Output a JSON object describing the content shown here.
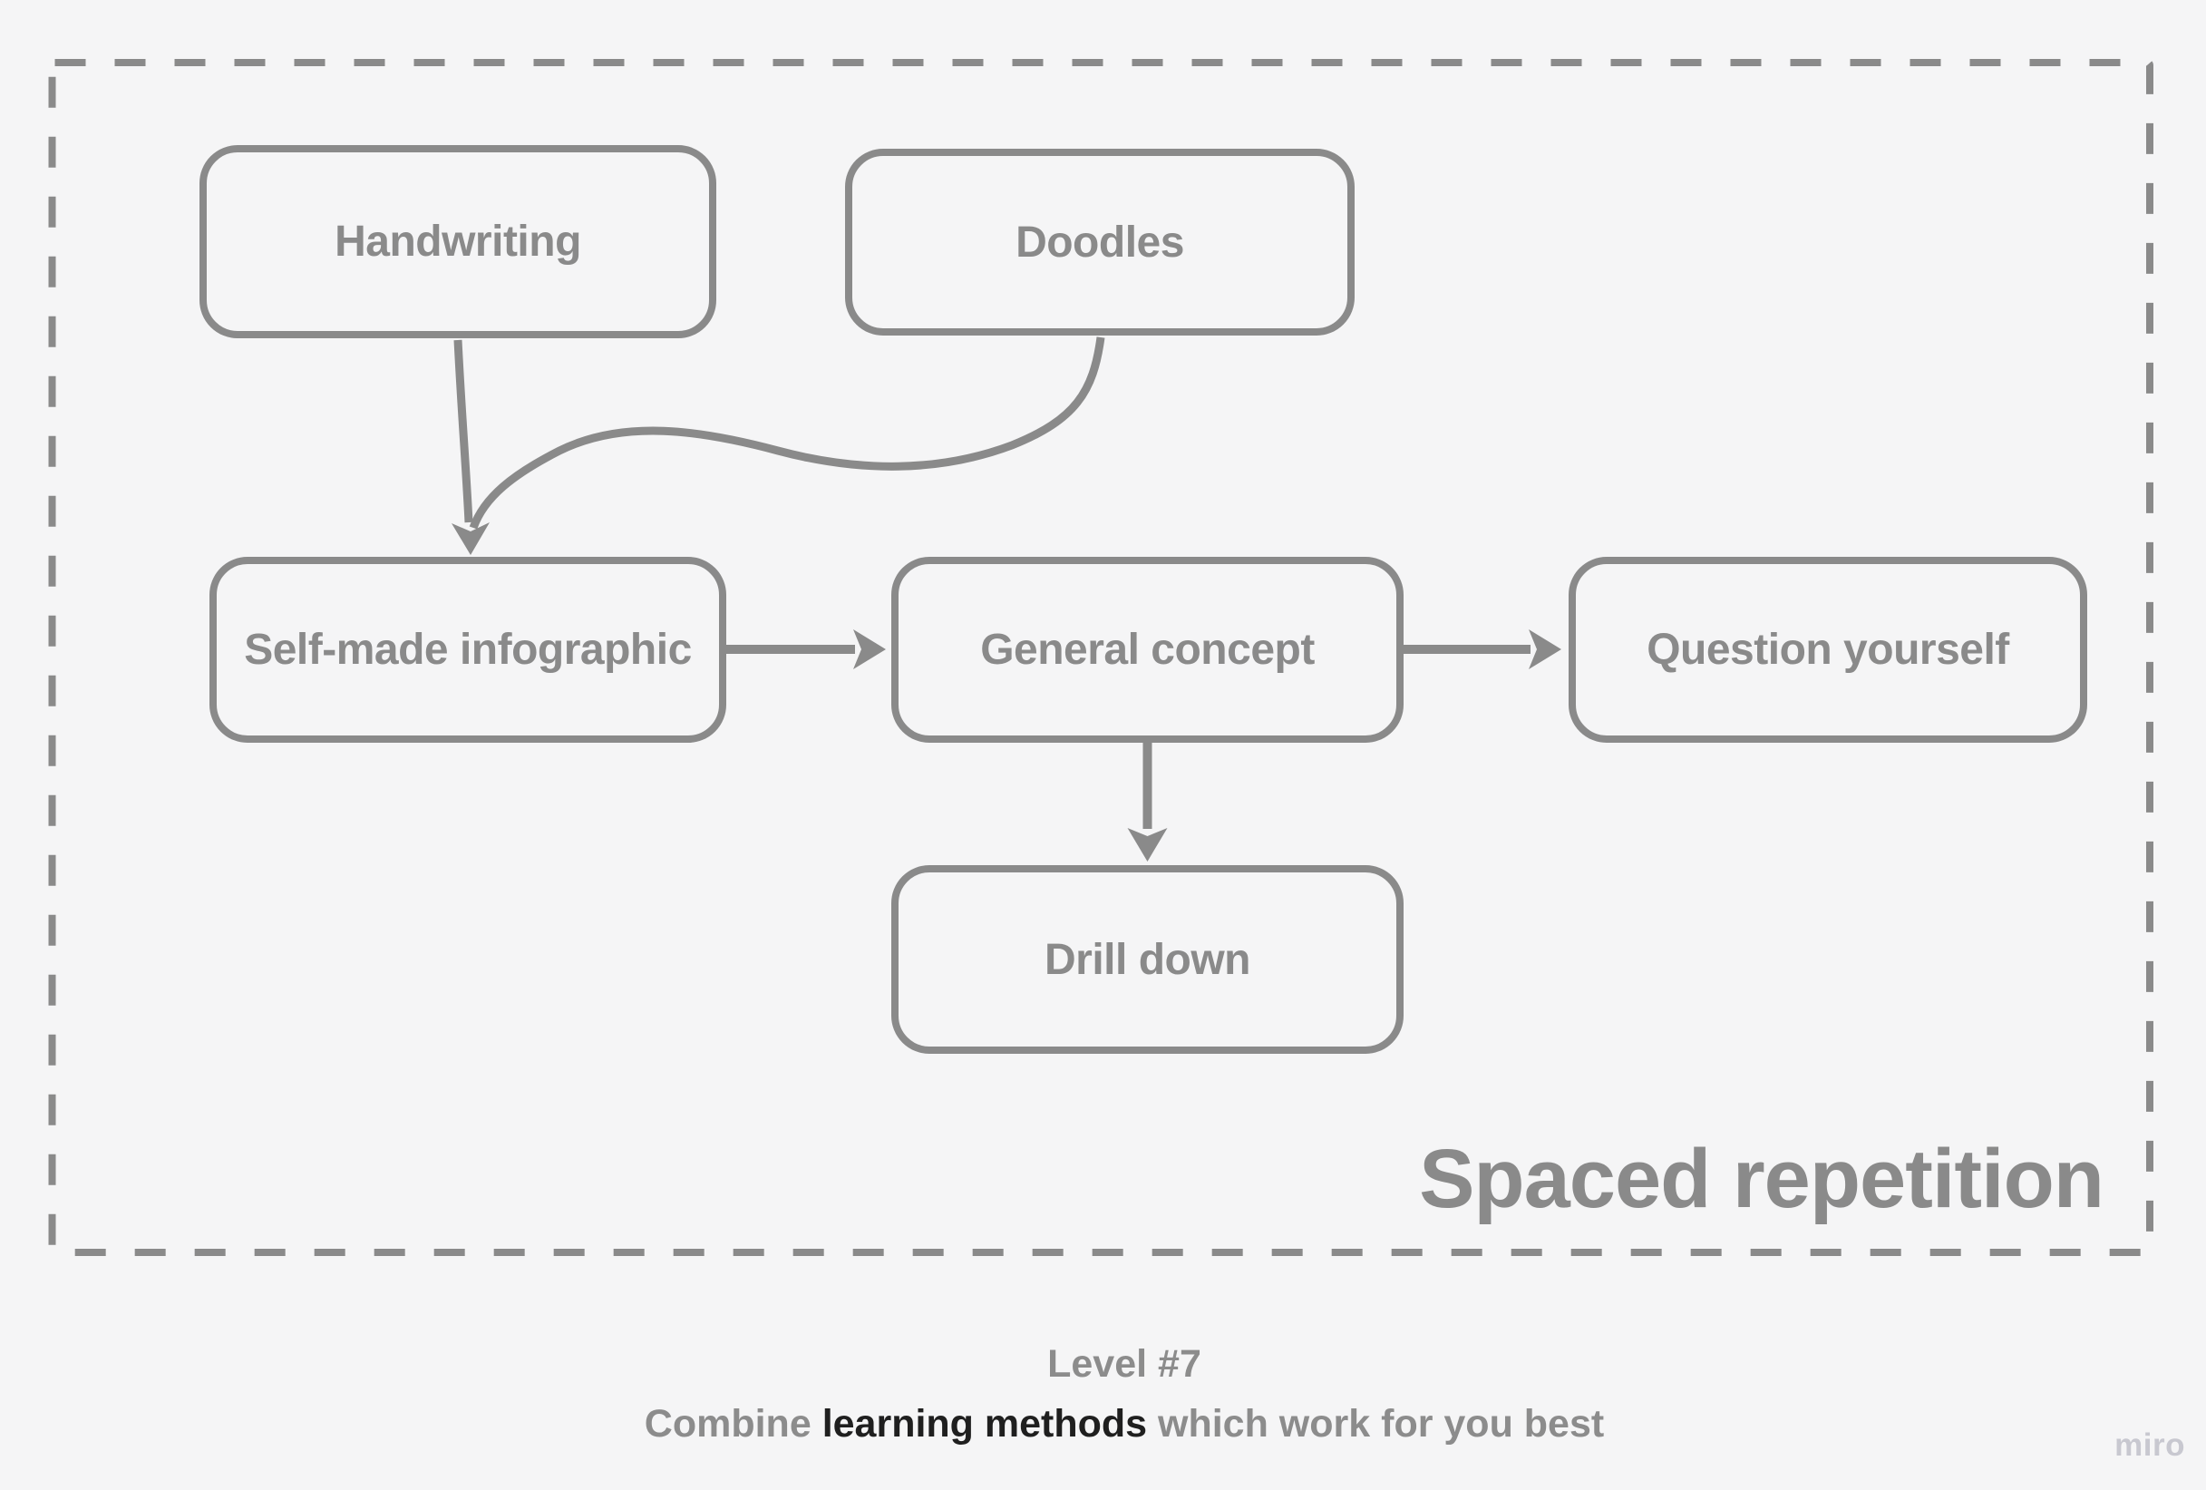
{
  "frame": {
    "label": "Spaced repetition",
    "border_color": "#8a8a8a",
    "border_style": "dashed"
  },
  "nodes": [
    {
      "id": "handwriting",
      "label": "Handwriting"
    },
    {
      "id": "doodles",
      "label": "Doodles"
    },
    {
      "id": "self-made-infographic",
      "label": "Self-made infographic"
    },
    {
      "id": "general-concept",
      "label": "General concept"
    },
    {
      "id": "question-yourself",
      "label": "Question yourself"
    },
    {
      "id": "drill-down",
      "label": "Drill down"
    }
  ],
  "edges": [
    {
      "from": "Handwriting",
      "to": "Self-made infographic"
    },
    {
      "from": "Doodles",
      "to": "Self-made infographic"
    },
    {
      "from": "Self-made infographic",
      "to": "General concept"
    },
    {
      "from": "General concept",
      "to": "Question yourself"
    },
    {
      "from": "General concept",
      "to": "Drill down"
    }
  ],
  "caption": {
    "line1": "Level #7",
    "line2_prefix": "Combine ",
    "line2_bold": "learning methods",
    "line2_suffix": " which work for you best"
  },
  "watermark": "miro",
  "colors": {
    "stroke": "#8a8a8a",
    "node_text": "#8a8a8a",
    "caption_gray": "#8c8c8c",
    "caption_dark": "#1f1f1f",
    "background": "#f5f5f6",
    "watermark": "#c8c8d0"
  }
}
